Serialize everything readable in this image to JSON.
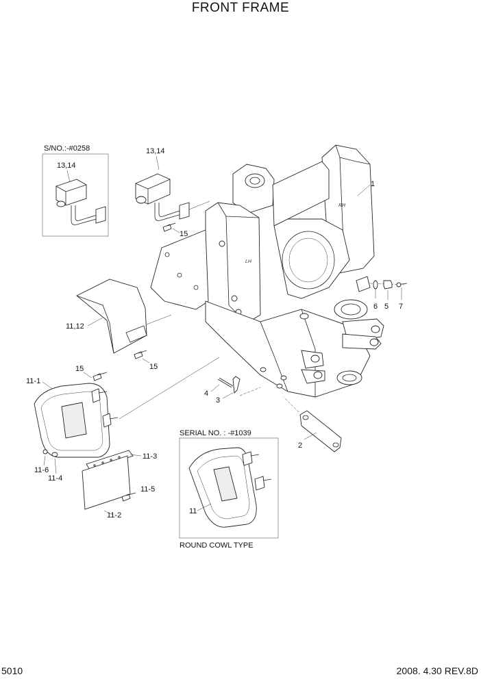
{
  "title": "FRONT FRAME",
  "footer": {
    "page_number": "5010",
    "date_revision": "2008. 4.30  REV.8D"
  },
  "insets": {
    "top_left": {
      "header": "S/NO.:-#0258",
      "part_label": "13,14"
    },
    "bottom_center": {
      "header": "SERIAL NO. : -#1039",
      "part_label": "11",
      "caption": "ROUND COWL TYPE"
    }
  },
  "frame_marks": {
    "rh": "RH",
    "lh": "LH"
  },
  "callouts": {
    "c1": "1",
    "c2": "2",
    "c3": "3",
    "c4": "4",
    "c5": "5",
    "c6": "6",
    "c7": "7",
    "c13_14": "13,14",
    "c15_upper": "15",
    "c11_12": "11,12",
    "c15_mid": "15",
    "c15_left": "15",
    "c11_1": "11-1",
    "c11_3": "11-3",
    "c11_6": "11-6",
    "c11_4": "11-4",
    "c11_5": "11-5",
    "c11_2": "11-2"
  }
}
